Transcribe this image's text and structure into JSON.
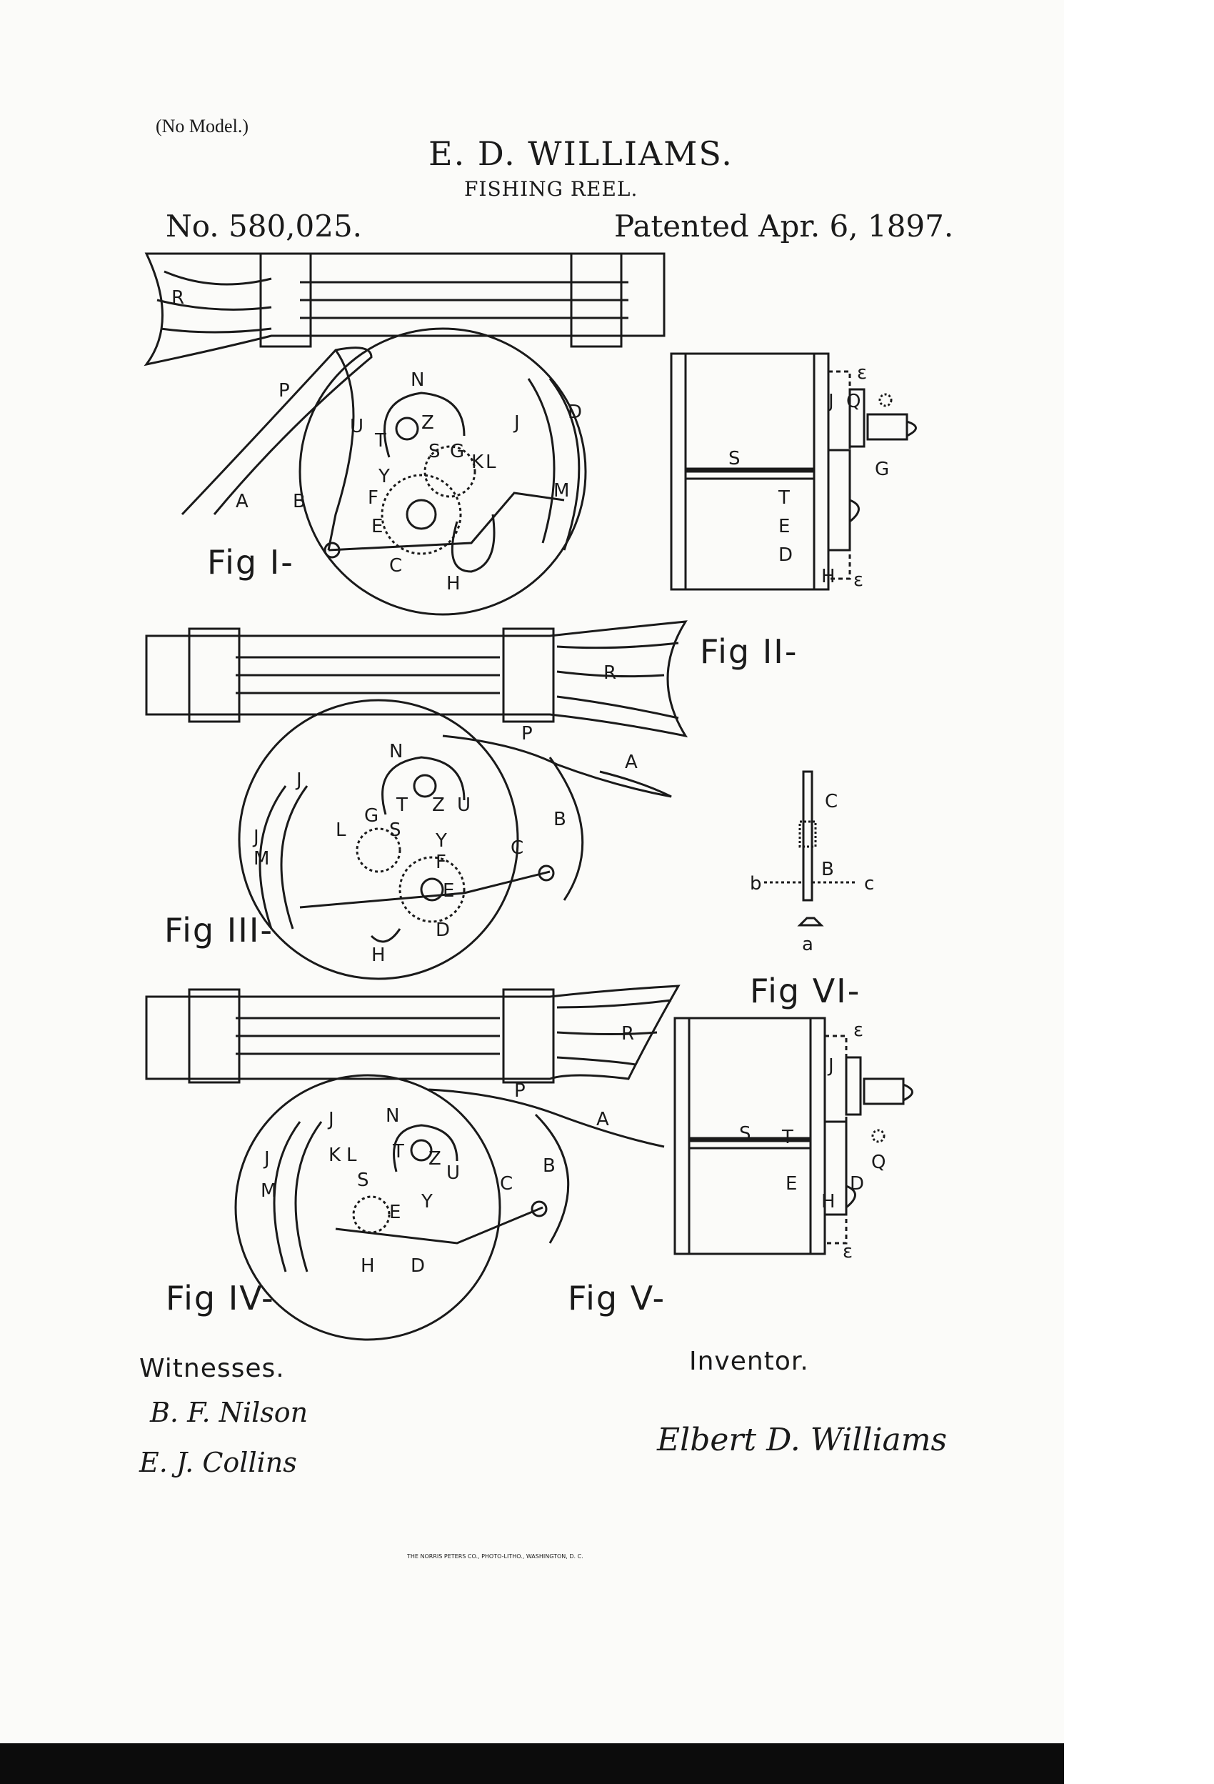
{
  "header": {
    "no_model": "(No Model.)",
    "inventor_name": "E. D. WILLIAMS.",
    "title": "FISHING REEL.",
    "patent_number": "No. 580,025.",
    "patented_date": "Patented Apr. 6, 1897."
  },
  "figures": {
    "fig1": "Fig I-",
    "fig2": "Fig II-",
    "fig3": "Fig III-",
    "fig4": "Fig IV-",
    "fig5": "Fig V-",
    "fig6": "Fig VI-"
  },
  "labels": {
    "R": "R",
    "P": "P",
    "A": "A",
    "B": "B",
    "C": "C",
    "D": "D",
    "E": "E",
    "F": "F",
    "G": "G",
    "H": "H",
    "J": "J",
    "K": "K",
    "L": "L",
    "M": "M",
    "N": "N",
    "Q": "Q",
    "S": "S",
    "T": "T",
    "U": "U",
    "Y": "Y",
    "Z": "Z",
    "a": "a",
    "b": "b",
    "c": "c",
    "eps": "ε"
  },
  "footer": {
    "witnesses_label": "Witnesses.",
    "witness1": "B. F. Nilson",
    "witness2": "E. J. Collins",
    "inventor_label": "Inventor.",
    "inventor_signature": "Elbert D. Williams",
    "printer": "THE NORRIS PETERS CO., PHOTO-LITHO., WASHINGTON, D. C."
  },
  "colors": {
    "ink": "#1a1a1a",
    "paper": "#fbfbf9"
  }
}
